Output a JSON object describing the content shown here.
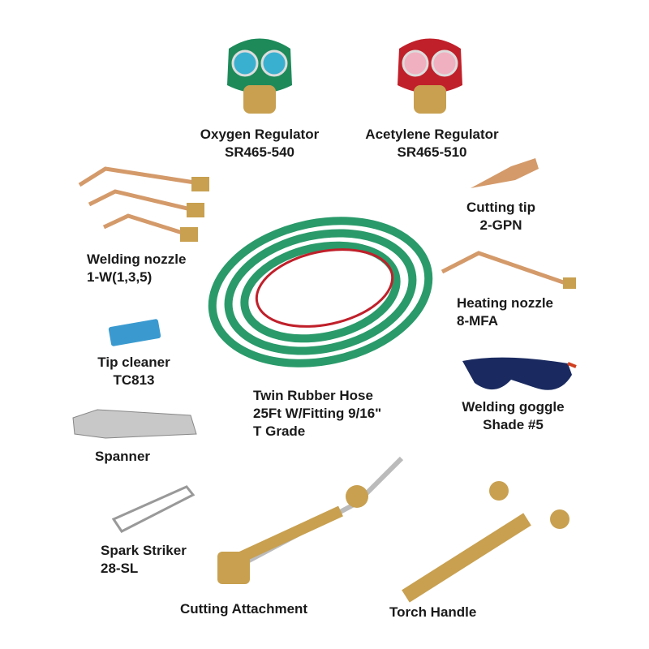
{
  "parts": [
    {
      "name": "Oxygen Regulator",
      "code": "SR465-540"
    },
    {
      "name": "Acetylene Regulator",
      "code": "SR465-510"
    },
    {
      "name": "Cutting tip",
      "code": "2-GPN"
    },
    {
      "name": "Welding nozzle",
      "code": "1-W(1,3,5)"
    },
    {
      "name": "Heating nozzle",
      "code": "8-MFA"
    },
    {
      "name": "Tip cleaner",
      "code": "TC813"
    },
    {
      "name": "Twin Rubber Hose",
      "code": "25Ft W/Fitting 9/16\"",
      "grade": "T Grade"
    },
    {
      "name": "Welding goggle",
      "code": "Shade #5"
    },
    {
      "name": "Spanner"
    },
    {
      "name": "Spark Striker",
      "code": "28-SL"
    },
    {
      "name": "Cutting Attachment"
    },
    {
      "name": "Torch Handle"
    }
  ],
  "colors": {
    "oxygen": "#1e8a5a",
    "acetylene": "#c0202a",
    "hose": "#2a9a6a",
    "brass": "#c8a050",
    "copper": "#d49a6a"
  }
}
